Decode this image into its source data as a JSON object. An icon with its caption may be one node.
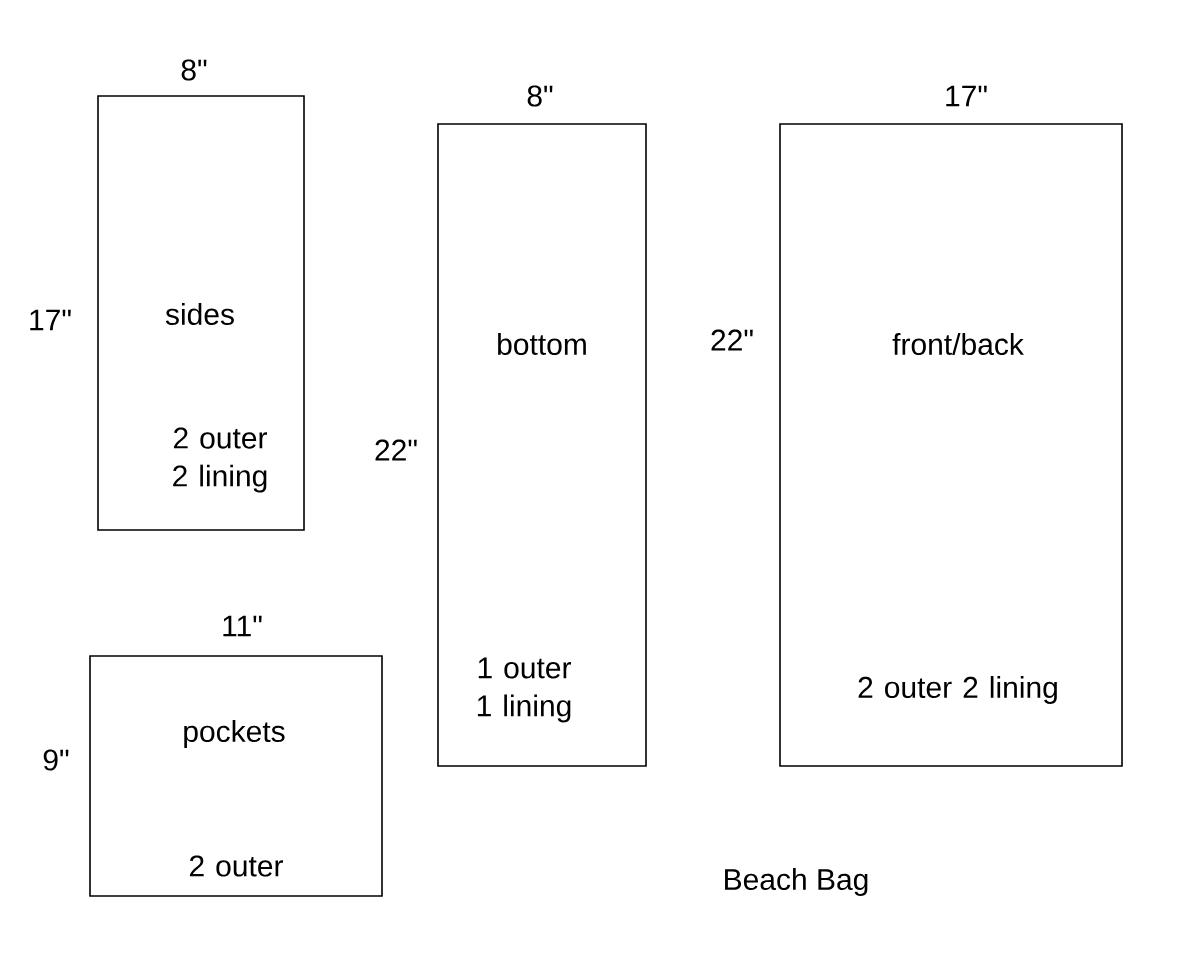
{
  "diagram": {
    "caption": "Beach Bag",
    "nodes": [
      {
        "text": [
          "sides",
          "2 outer 2 lining"
        ]
      },
      {
        "text": [
          "bottom",
          "1 outer 1 lining"
        ]
      },
      {
        "text": [
          "front/back",
          "2 outer 2 lining"
        ]
      },
      {
        "text": [
          "pockets",
          "2 outer"
        ]
      }
    ],
    "labels": [
      "8\"",
      "8\"",
      "17\"",
      "17\"",
      "22\"",
      "22\"",
      "11\"",
      "9\""
    ]
  }
}
